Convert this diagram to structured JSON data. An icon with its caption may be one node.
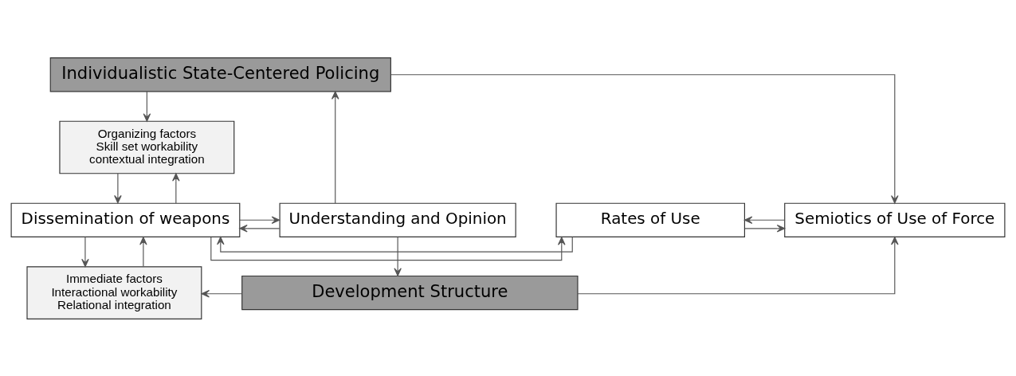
{
  "diagram": {
    "nodes": [
      {
        "text": [
          "Individualistic State-Centered Policing"
        ]
      },
      {
        "text": [
          "Organizing factors",
          "Skill set workability",
          "contextual integration"
        ]
      },
      {
        "text": [
          "Semiotics of Use of Force"
        ]
      },
      {
        "text": [
          "Rates of Use"
        ]
      },
      {
        "text": [
          "Dissemination of weapons"
        ]
      },
      {
        "text": [
          "Understanding and Opinion"
        ]
      },
      {
        "text": [
          "Immediate factors",
          "Interactional workability",
          "Relational integration"
        ]
      },
      {
        "text": [
          "Development Structure"
        ]
      }
    ],
    "edges": [
      {
        "from": 0,
        "to": 2,
        "arrow": "to"
      },
      {
        "from": 0,
        "to": 1,
        "arrow": "to"
      },
      {
        "from": 5,
        "to": 0,
        "arrow": "to"
      },
      {
        "from": 1,
        "to": 4,
        "arrow": "to"
      },
      {
        "from": 4,
        "to": 1,
        "arrow": "to"
      },
      {
        "from": 2,
        "to": 3,
        "arrow": "to"
      },
      {
        "from": 3,
        "to": 2,
        "arrow": "to"
      },
      {
        "from": 3,
        "to": 4,
        "arrow": "to"
      },
      {
        "from": 4,
        "to": 3,
        "arrow": "to"
      },
      {
        "from": 4,
        "to": 5,
        "arrow": "to"
      },
      {
        "from": 5,
        "to": 4,
        "arrow": "to"
      },
      {
        "from": 4,
        "to": 6,
        "arrow": "to"
      },
      {
        "from": 6,
        "to": 4,
        "arrow": "to"
      },
      {
        "from": 7,
        "to": 6,
        "arrow": "to"
      },
      {
        "from": 7,
        "to": 2,
        "arrow": "to"
      },
      {
        "from": 5,
        "to": 7,
        "arrow": "to"
      }
    ]
  }
}
